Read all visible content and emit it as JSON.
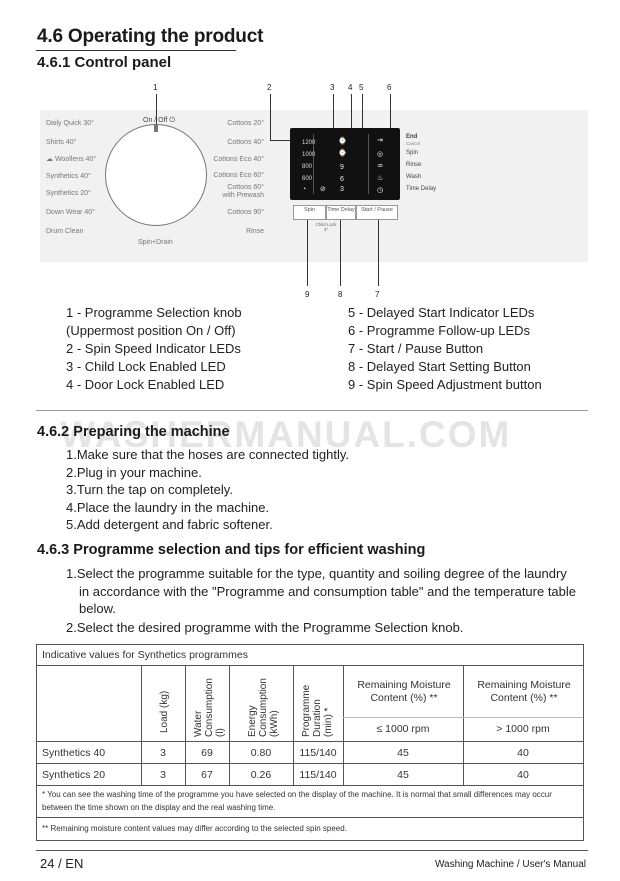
{
  "heading": "4.6 Operating the product",
  "subheading_control_panel": "4.6.1 Control panel",
  "callouts_top": [
    "1",
    "2",
    "3",
    "4",
    "5",
    "6"
  ],
  "callouts_bottom": [
    "9",
    "8",
    "7"
  ],
  "panel": {
    "left_programmes": [
      "Daily Quick 30°",
      "Shirts 40°",
      "Woollens 40°",
      "Synthetics 40°",
      "Synthetics 20°",
      "Down Wear 40°",
      "Drum Clean"
    ],
    "right_programmes": [
      "Cottons 20°",
      "Cottons 40°",
      "Cottons Eco 40°",
      "Cottons Eco 60°",
      "Cottons 60° with Prewash",
      "Cottons 90°",
      "Rinse"
    ],
    "knob_top": "On / Off",
    "knob_bottom": "Spin+Drain",
    "spin_speeds": [
      "1200",
      "1000",
      "800",
      "600"
    ],
    "buttons": [
      "Spin",
      "Time Delay",
      "Start / Pause"
    ],
    "child_lock": "Child Lock 3\"",
    "followup_labels": [
      "End",
      "Cancel",
      "Spin",
      "Rinse",
      "Wash",
      "Time Delay"
    ]
  },
  "legend_left": [
    "1 - Programme Selection knob",
    "(Uppermost position On / Off)",
    "2 - Spin Speed Indicator LEDs",
    "3 - Child Lock Enabled LED",
    "4 - Door Lock Enabled LED"
  ],
  "legend_right": [
    "5 - Delayed Start Indicator LEDs",
    "6 - Programme Follow-up LEDs",
    "7 - Start / Pause Button",
    "8 - Delayed Start Setting Button",
    "9 - Spin Speed Adjustment button"
  ],
  "watermark": "WASHERMANUAL.COM",
  "subheading_preparing": "4.6.2 Preparing the machine",
  "preparing_steps": [
    "1.Make sure that the hoses are connected tightly.",
    "2.Plug in your machine.",
    "3.Turn the tap on completely.",
    "4.Place the laundry in the machine.",
    "5.Add detergent and fabric softener."
  ],
  "subheading_selection": "4.6.3 Programme selection and tips for efficient washing",
  "selection_steps": {
    "step1_line1": "1.Select the programme suitable for the type, quantity and soiling degree of the laundry",
    "step1_line2": "in accordance with the \"Programme and consumption table\" and the temperature table",
    "step1_line3": "below.",
    "step2": "2.Select the desired programme with the Programme Selection knob."
  },
  "table": {
    "caption": "Indicative values for Synthetics programmes",
    "col_headers": [
      "Load (kg)",
      "Water Consumption (l)",
      "Energy Consumption (kWh)",
      "Programme Duration (min) *"
    ],
    "moisture_header": "Remaining Moisture Content (%) **",
    "moisture_sub": [
      "≤ 1000 rpm",
      "> 1000 rpm"
    ],
    "rows": [
      {
        "name": "Synthetics 40",
        "load": "3",
        "water": "69",
        "energy": "0.80",
        "duration": "115/140",
        "m1": "45",
        "m2": "40"
      },
      {
        "name": "Synthetics 20",
        "load": "3",
        "water": "67",
        "energy": "0.26",
        "duration": "115/140",
        "m1": "45",
        "m2": "40"
      }
    ],
    "note1": "* You can see the washing time of the programme you have selected on the display of the machine. It is normal that small differences may occur between the time shown on the display and the real washing time.",
    "note2": "** Remaining moisture content values may differ according to the selected spin speed."
  },
  "footer": {
    "page": "24 / EN",
    "manual": "Washing Machine / User's Manual"
  }
}
